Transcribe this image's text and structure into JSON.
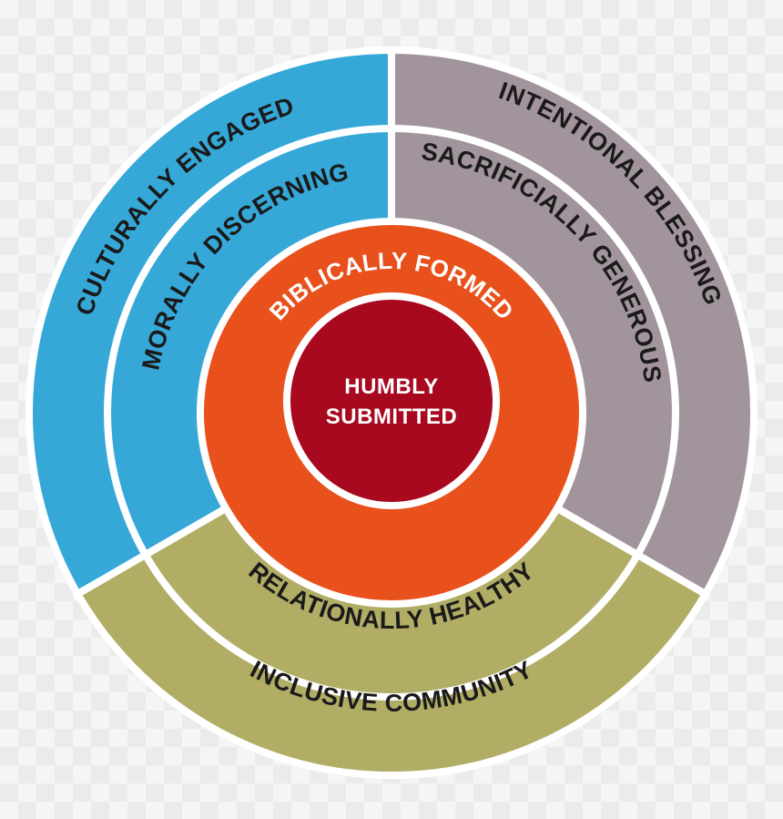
{
  "center": {
    "line1": "HUMBLY",
    "line2": "SUBMITTED",
    "fill": "#a8091f"
  },
  "inner_ring": {
    "label": "BIBLICALLY FORMED",
    "fill": "#e8511c"
  },
  "segments": [
    {
      "id": "blue",
      "fill": "#36a8d8",
      "middle_label": "MORALLY DISCERNING",
      "outer_label": "CULTURALLY ENGAGED"
    },
    {
      "id": "grey",
      "fill": "#a2949d",
      "middle_label": "SACRIFICIALLY GENEROUS",
      "outer_label": "INTENTIONAL BLESSING"
    },
    {
      "id": "olive",
      "fill": "#b1ad65",
      "middle_label": "RELATIONALLY HEALTHY",
      "outer_label": "INCLUSIVE COMMUNITY"
    }
  ],
  "colors": {
    "text_dark": "#1a1a1a",
    "text_light": "#ffffff",
    "separator": "#ffffff"
  }
}
